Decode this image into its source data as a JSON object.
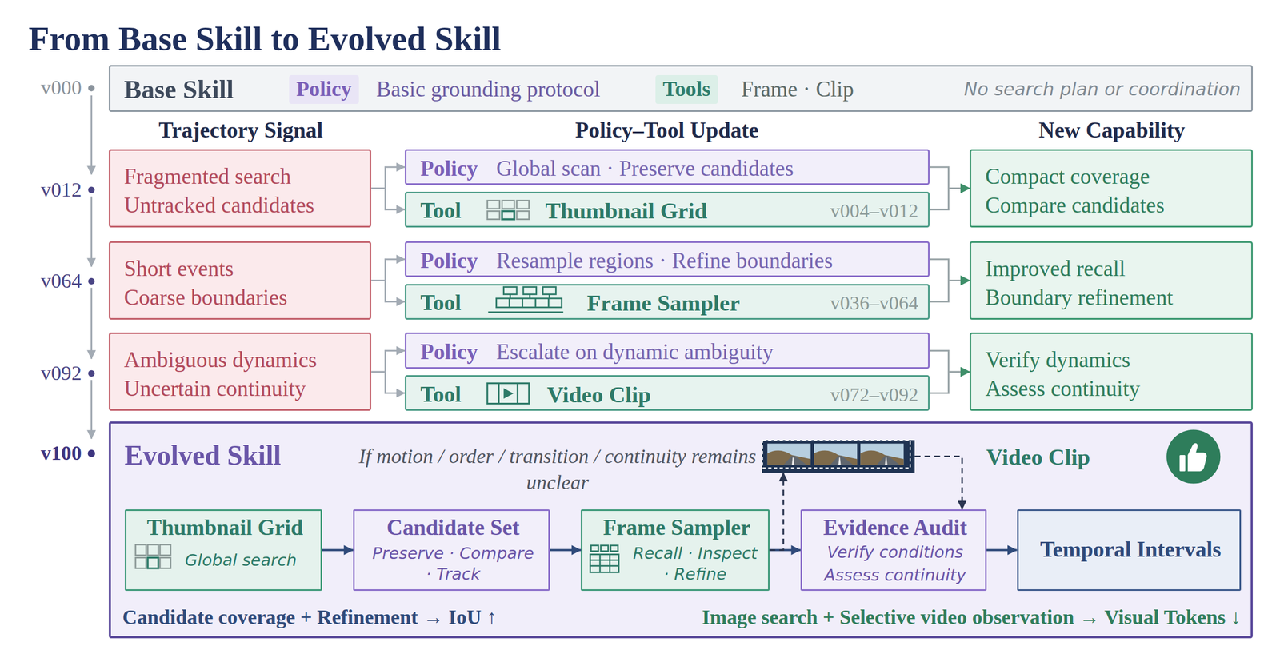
{
  "diagram": {
    "title": "From Base Skill to Evolved Skill",
    "nodes": [
      {
        "text": [
          "Base Skill",
          "Policy",
          "Basic grounding protocol",
          "Tools",
          "Frame · Clip",
          "No search plan or coordination"
        ]
      },
      {
        "text": [
          "Fragmented search",
          "Untracked candidates"
        ]
      },
      {
        "text": [
          "Policy",
          "Global scan · Preserve candidates"
        ]
      },
      {
        "text": [
          "Tool",
          "Thumbnail Grid",
          "v004–v012"
        ]
      },
      {
        "text": [
          "Compact coverage",
          "Compare candidates"
        ]
      },
      {
        "text": [
          "Short events",
          "Coarse boundaries"
        ]
      },
      {
        "text": [
          "Policy",
          "Resample regions · Refine boundaries"
        ]
      },
      {
        "text": [
          "Tool",
          "Frame Sampler",
          "v036–v064"
        ]
      },
      {
        "text": [
          "Improved recall",
          "Boundary refinement"
        ]
      },
      {
        "text": [
          "Ambiguous dynamics",
          "Uncertain continuity"
        ]
      },
      {
        "text": [
          "Policy",
          "Escalate on dynamic ambiguity"
        ]
      },
      {
        "text": [
          "Tool",
          "Video Clip",
          "v072–v092"
        ]
      },
      {
        "text": [
          "Verify dynamics",
          "Assess continuity"
        ]
      },
      {
        "text": [
          "Evolved Skill"
        ]
      },
      {
        "text": [
          "Thumbnail Grid",
          "Global search"
        ],
        "in": 13
      },
      {
        "text": [
          "Candidate Set",
          "Preserve · Compare · Track"
        ],
        "in": 13
      },
      {
        "text": [
          "Frame Sampler",
          "Recall · Inspect · Refine"
        ],
        "in": 13
      },
      {
        "text": [
          "Evidence Audit",
          "Verify conditions",
          "Assess continuity"
        ],
        "in": 13
      },
      {
        "text": [
          "Temporal Intervals"
        ],
        "in": 13
      },
      {
        "text": [
          "Video Clip"
        ],
        "in": 13
      }
    ],
    "edges": [
      {
        "from": 1,
        "to": 2,
        "arrow": "to"
      },
      {
        "from": 1,
        "to": 3,
        "arrow": "to"
      },
      {
        "from": 2,
        "to": 4,
        "arrow": "to"
      },
      {
        "from": 3,
        "to": 4,
        "arrow": "to"
      },
      {
        "from": 5,
        "to": 6,
        "arrow": "to"
      },
      {
        "from": 5,
        "to": 7,
        "arrow": "to"
      },
      {
        "from": 6,
        "to": 8,
        "arrow": "to"
      },
      {
        "from": 7,
        "to": 8,
        "arrow": "to"
      },
      {
        "from": 9,
        "to": 10,
        "arrow": "to"
      },
      {
        "from": 9,
        "to": 11,
        "arrow": "to"
      },
      {
        "from": 10,
        "to": 12,
        "arrow": "to"
      },
      {
        "from": 11,
        "to": 12,
        "arrow": "to"
      },
      {
        "from": 14,
        "to": 15,
        "arrow": "to"
      },
      {
        "from": 15,
        "to": 16,
        "arrow": "to"
      },
      {
        "from": 16,
        "to": 17,
        "arrow": "to"
      },
      {
        "from": 17,
        "to": 18,
        "arrow": "to"
      },
      {
        "from": 16,
        "to": 19,
        "arrow": "to"
      },
      {
        "from": 19,
        "to": 17,
        "arrow": "to"
      }
    ],
    "labels": [
      "v000",
      "Trajectory Signal",
      "Policy–Tool Update",
      "New Capability",
      "v012",
      "v064",
      "v092",
      "v100",
      "If motion / order / transition / continuity remains unclear",
      "Candidate coverage + Refinement → IoU ↑",
      "Image search + Selective video observation → Visual Tokens ↓"
    ]
  }
}
